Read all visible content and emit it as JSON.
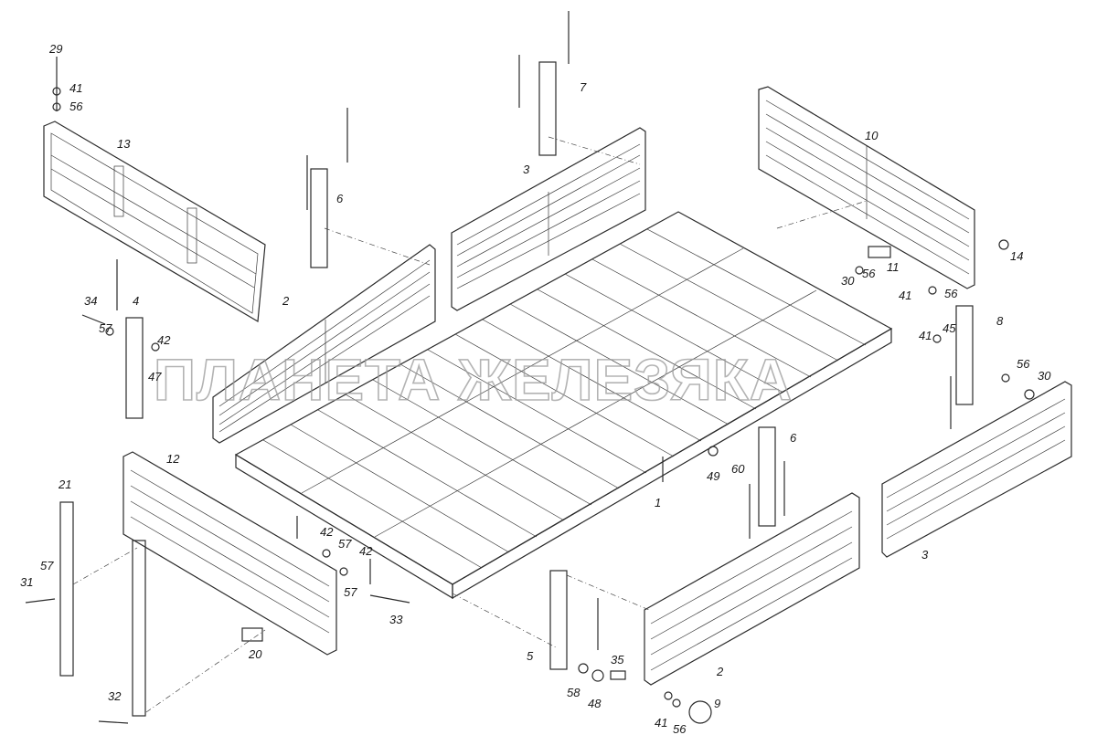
{
  "watermark": "ПЛАНЕТА ЖЕЛЕЗЯКА",
  "part_labels": [
    "29",
    "41",
    "56",
    "13",
    "6",
    "7",
    "3",
    "10",
    "14",
    "30",
    "56",
    "11",
    "41",
    "56",
    "8",
    "41",
    "45",
    "56",
    "30",
    "34",
    "4",
    "42",
    "57",
    "47",
    "2",
    "12",
    "21",
    "57",
    "31",
    "32",
    "20",
    "42",
    "57",
    "42",
    "57",
    "33",
    "1",
    "49",
    "60",
    "6",
    "5",
    "58",
    "48",
    "35",
    "2",
    "41",
    "56",
    "9",
    "3"
  ]
}
